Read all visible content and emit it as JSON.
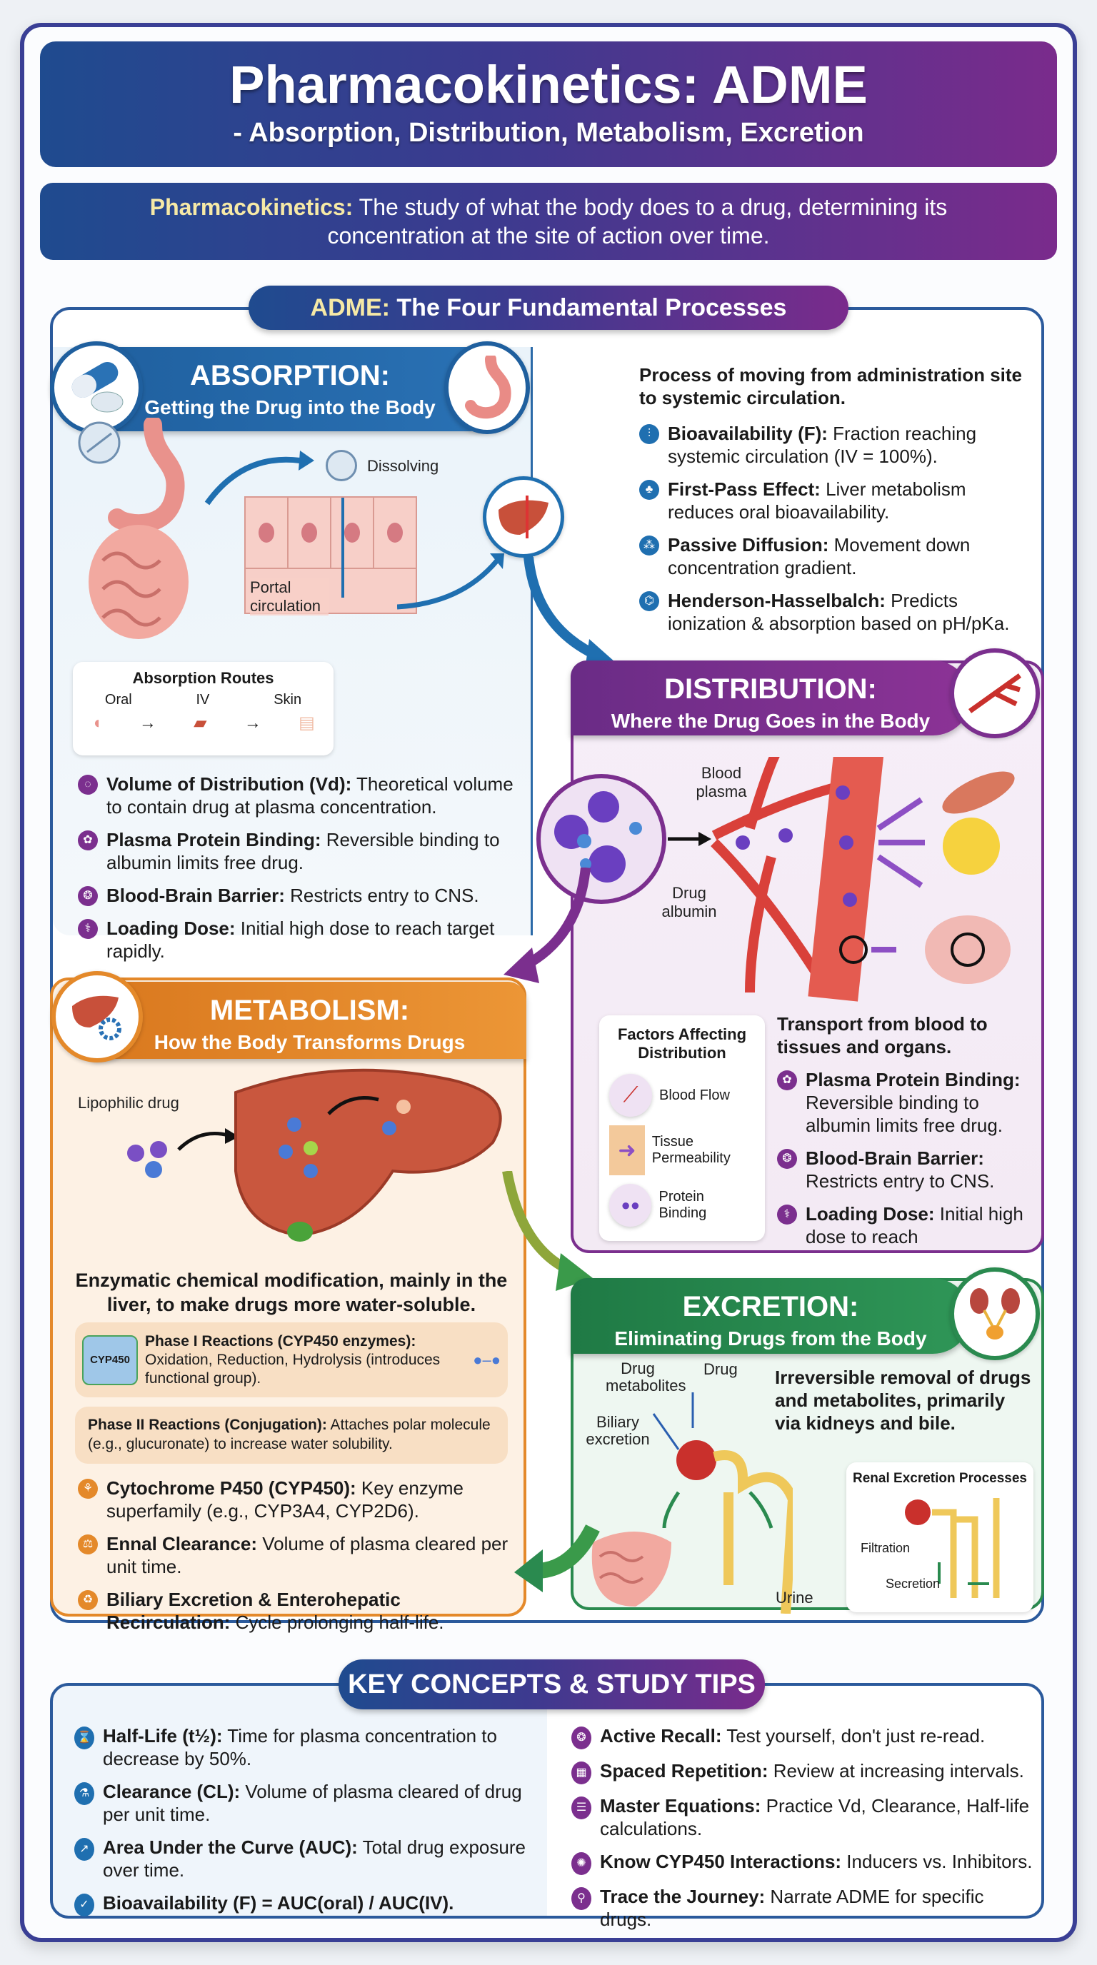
{
  "header": {
    "title": "Pharmacokinetics: ADME",
    "subtitle": "- Absorption, Distribution, Metabolism, Excretion"
  },
  "definition": {
    "term": "Pharmacokinetics:",
    "text": " The study of what the body does to a drug, determining its concentration at the site of action over time."
  },
  "adme_banner": {
    "highlight": "ADME:",
    "text": " The Four Fundamental Processes"
  },
  "absorption": {
    "title": "ABSORPTION:",
    "subtitle": "Getting the Drug into the Body",
    "labels": {
      "dissolving": "Dissolving",
      "portal": "Portal circulation"
    },
    "routes": {
      "title": "Absorption Routes",
      "items": [
        "Oral",
        "IV",
        "Skin"
      ]
    },
    "intro": "Process of moving from administration site to systemic circulation.",
    "bullets": [
      {
        "term": "Bioavailability (F):",
        "text": " Fraction reaching systemic circulation (IV = 100%)."
      },
      {
        "term": "First-Pass Effect:",
        "text": " Liver metabolism reduces oral bioavailability."
      },
      {
        "term": "Passive Diffusion:",
        "text": " Movement down concentration gradient."
      },
      {
        "term": "Henderson-Hasselbalch:",
        "text": " Predicts ionization & absorption based on pH/pKa."
      }
    ],
    "lower_bullets": [
      {
        "term": "Volume of Distribution (Vd):",
        "text": " Theoretical volume to contain drug at plasma concentration."
      },
      {
        "term": "Plasma Protein Binding:",
        "text": " Reversible binding to albumin limits free drug."
      },
      {
        "term": "Blood-Brain Barrier:",
        "text": " Restricts entry to CNS."
      },
      {
        "term": "Loading Dose:",
        "text": " Initial high dose to reach target rapidly."
      }
    ]
  },
  "distribution": {
    "title": "DISTRIBUTION:",
    "subtitle": "Where the Drug Goes in the Body",
    "labels": {
      "plasma": "Blood plasma",
      "albumin": "Drug albumin"
    },
    "factors": {
      "title": "Factors Affecting Distribution",
      "items": [
        "Blood Flow",
        "Tissue Permeability",
        "Protein Binding"
      ]
    },
    "intro": "Transport from blood to tissues and organs.",
    "bullets": [
      {
        "term": "Plasma Protein Binding:",
        "text": " Reversible binding to albumin limits free drug."
      },
      {
        "term": "Blood-Brain Barrier:",
        "text": " Restricts entry to CNS."
      },
      {
        "term": "Loading Dose:",
        "text": " Initial high dose to reach"
      }
    ]
  },
  "metabolism": {
    "title": "METABOLISM:",
    "subtitle": "How the Body Transforms Drugs",
    "labels": {
      "lipophilic": "Lipophilic drug",
      "cyp_badge": "CYP450"
    },
    "intro": "Enzymatic chemical modification, mainly in the liver, to make drugs more water-soluble.",
    "phase1": {
      "term": "Phase I Reactions (CYP450 enzymes):",
      "text": "Oxidation, Reduction, Hydrolysis (introduces functional group)."
    },
    "phase2": {
      "term": "Phase II Reactions (Conjugation):",
      "text": " Attaches polar molecule (e.g., glucuronate) to increase water solubility."
    },
    "bullets": [
      {
        "term": "Cytochrome P450 (CYP450):",
        "text": " Key enzyme superfamily (e.g., CYP3A4, CYP2D6)."
      },
      {
        "term": "Ennal Clearance:",
        "text": " Volume of plasma cleared per unit time."
      },
      {
        "term": "Biliary Excretion & Enterohepatic Recirculation:",
        "text": " Cycle prolonging half-life."
      }
    ]
  },
  "excretion": {
    "title": "EXCRETION:",
    "subtitle": "Eliminating Drugs from the Body",
    "labels": {
      "metabolites": "Drug metabolites",
      "drug": "Drug",
      "biliary": "Biliary excretion",
      "urine": "Urine"
    },
    "intro": "Irreversible removal of drugs and metabolites, primarily via kidneys and bile.",
    "renal": {
      "title": "Renal Excretion Processes",
      "filtration": "Filtration",
      "secretion": "Secretion"
    }
  },
  "key_concepts": {
    "title": "KEY CONCEPTS & STUDY TIPS",
    "left": [
      {
        "term": "Half-Life (t½):",
        "text": " Time for plasma concentration to decrease by 50%."
      },
      {
        "term": "Clearance (CL):",
        "text": " Volume of plasma cleared of drug per unit time."
      },
      {
        "term": "Area Under the Curve (AUC):",
        "text": " Total drug exposure over time."
      },
      {
        "term": "Bioavailability (F) = AUC(oral) / AUC(IV).",
        "text": ""
      }
    ],
    "right": [
      {
        "term": "Active Recall:",
        "text": " Test yourself, don't just re-read."
      },
      {
        "term": "Spaced Repetition:",
        "text": " Review at increasing intervals."
      },
      {
        "term": "Master Equations:",
        "text": " Practice Vd, Clearance, Half-life calculations."
      },
      {
        "term": "Know CYP450 Interactions:",
        "text": " Inducers vs. Inhibitors."
      },
      {
        "term": "Trace the Journey:",
        "text": " Narrate ADME for specific drugs."
      }
    ]
  },
  "colors": {
    "absorption": "#1f5f9e",
    "distribution": "#7b2f8e",
    "metabolism": "#e4892a",
    "excretion": "#2a8a4f"
  }
}
